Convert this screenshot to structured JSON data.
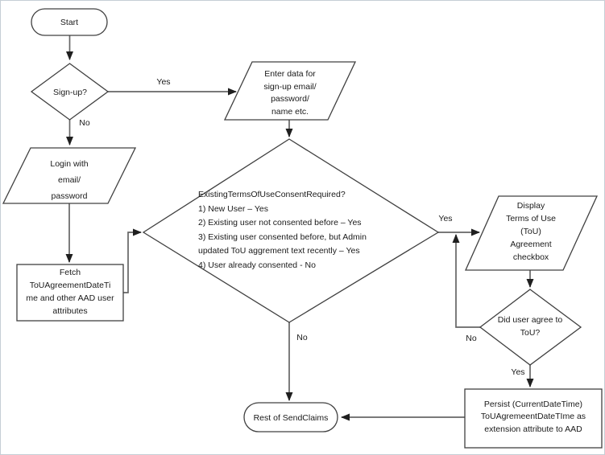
{
  "diagram": {
    "title": "Terms of Use consent flowchart",
    "colors": {
      "background": "#ffffff",
      "frame_border": "#c6ced5",
      "shape_outline": "#404040",
      "connector": "#666666",
      "arrowhead": "#1f1f1f",
      "text": "#1a1a1a"
    },
    "nodes": {
      "start": {
        "shape": "terminator",
        "label": "Start"
      },
      "signup": {
        "shape": "decision",
        "label": "Sign-up?"
      },
      "enter_data": {
        "shape": "data",
        "label": "Enter data for\nsign-up email/\npassword/\nname etc."
      },
      "login": {
        "shape": "data",
        "label": "Login with\nemail/\npassword"
      },
      "fetch": {
        "shape": "process",
        "label": "Fetch\nToUAgreementDateTi\nme and other AAD user\nattributes"
      },
      "consent": {
        "shape": "decision",
        "label": "ExistingTermsOfUseConsentRequired?\n1) New User – Yes\n2) Existing user not consented before – Yes\n3) Existing user consented before, but Admin\nupdated ToU aggrement text recently – Yes\n4) User already consented - No"
      },
      "display_tou": {
        "shape": "data",
        "label": "Display\nTerms of Use\n(ToU)\nAgreement\ncheckbox"
      },
      "agree": {
        "shape": "decision",
        "label": "Did user agree to\nToU?"
      },
      "persist": {
        "shape": "process",
        "label": "Persist (CurrentDateTime)\nToUAgremeentDateTIme as\nextension attribute to AAD"
      },
      "send_claims": {
        "shape": "terminator",
        "label": "Rest of SendClaims"
      }
    },
    "edge_labels": {
      "signup_yes": "Yes",
      "signup_no": "No",
      "consent_yes": "Yes",
      "consent_no": "No",
      "agree_no": "No",
      "agree_yes": "Yes"
    }
  }
}
